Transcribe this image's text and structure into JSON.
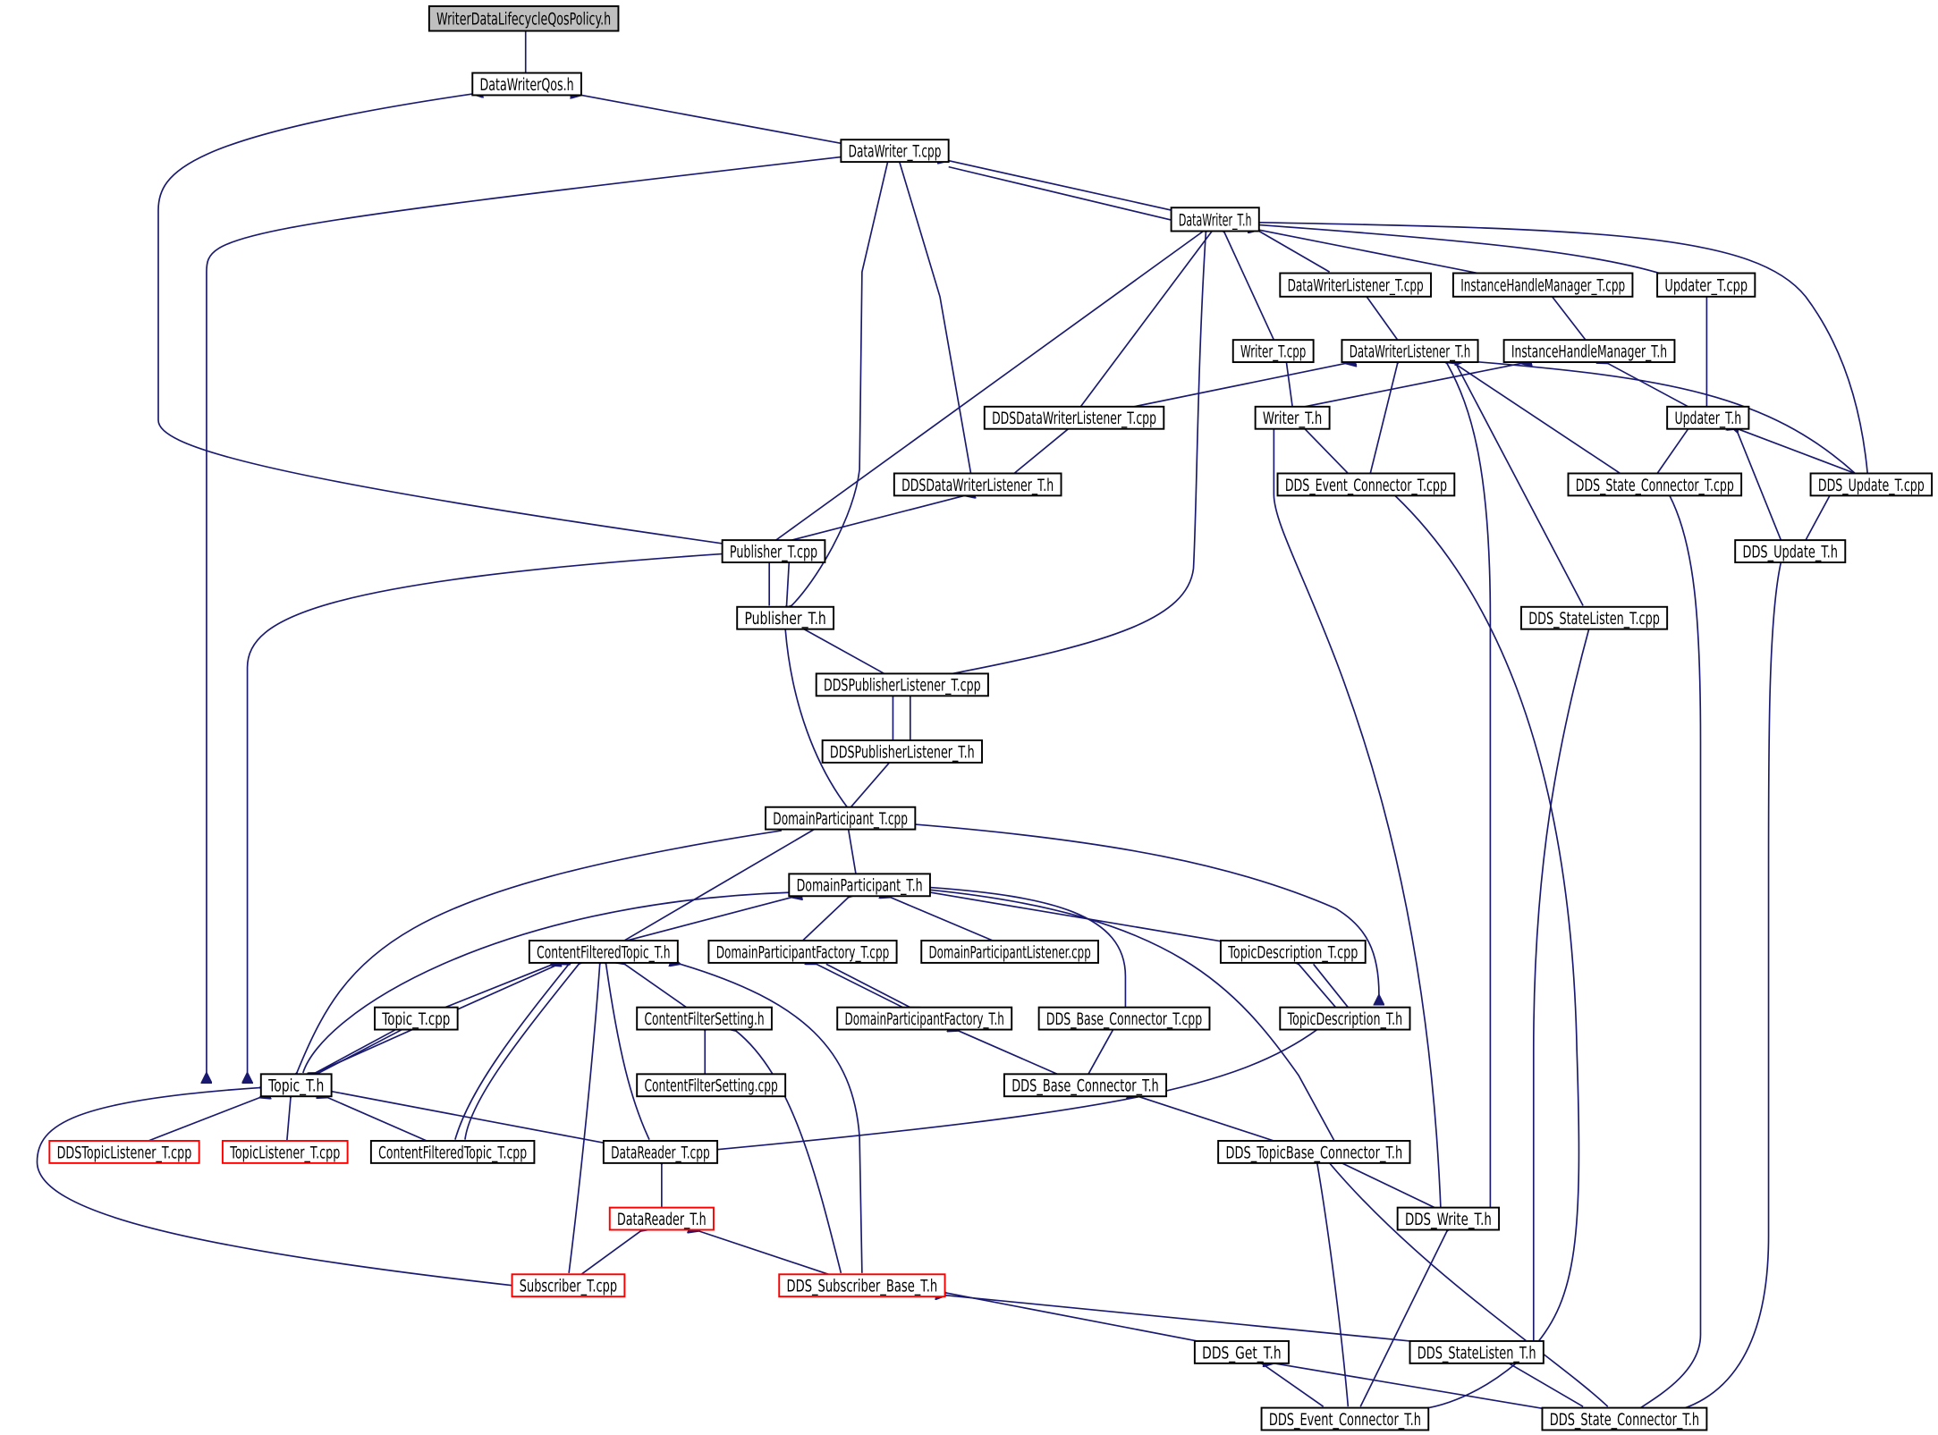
{
  "diagram": {
    "colors": {
      "edge": "#191970",
      "border_normal": "#000000",
      "border_truncated": "#ff0000",
      "root_fill": "#bfbfbf",
      "node_fill": "#ffffff"
    },
    "nodes": [
      {
        "id": "wdlqp",
        "label": "WriterDataLifecycleQosPolicy.h",
        "style": "root"
      },
      {
        "id": "dwqos",
        "label": "DataWriterQos.h",
        "style": "normal"
      },
      {
        "id": "dwtcpp",
        "label": "DataWriter_T.cpp",
        "style": "normal"
      },
      {
        "id": "dwth",
        "label": "DataWriter_T.h",
        "style": "normal"
      },
      {
        "id": "dwlcpp",
        "label": "DataWriterListener_T.cpp",
        "style": "normal"
      },
      {
        "id": "ihmcpp",
        "label": "InstanceHandleManager_T.cpp",
        "style": "normal"
      },
      {
        "id": "updcpp",
        "label": "Updater_T.cpp",
        "style": "normal"
      },
      {
        "id": "wtcpp",
        "label": "Writer_T.cpp",
        "style": "normal"
      },
      {
        "id": "dwlh",
        "label": "DataWriterListener_T.h",
        "style": "normal"
      },
      {
        "id": "ihmh",
        "label": "InstanceHandleManager_T.h",
        "style": "normal"
      },
      {
        "id": "ddsdwlcpp",
        "label": "DDSDataWriterListener_T.cpp",
        "style": "normal"
      },
      {
        "id": "wth",
        "label": "Writer_T.h",
        "style": "normal"
      },
      {
        "id": "updh",
        "label": "Updater_T.h",
        "style": "normal"
      },
      {
        "id": "ddsdwlh",
        "label": "DDSDataWriterListener_T.h",
        "style": "normal"
      },
      {
        "id": "evcpp",
        "label": "DDS_Event_Connector_T.cpp",
        "style": "normal"
      },
      {
        "id": "stcpp",
        "label": "DDS_State_Connector_T.cpp",
        "style": "normal"
      },
      {
        "id": "updcppdds",
        "label": "DDS_Update_T.cpp",
        "style": "normal"
      },
      {
        "id": "pubcpp",
        "label": "Publisher_T.cpp",
        "style": "normal"
      },
      {
        "id": "updhdds",
        "label": "DDS_Update_T.h",
        "style": "normal"
      },
      {
        "id": "pubh",
        "label": "Publisher_T.h",
        "style": "normal"
      },
      {
        "id": "slcpp",
        "label": "DDS_StateListen_T.cpp",
        "style": "normal"
      },
      {
        "id": "ddsplcpp",
        "label": "DDSPublisherListener_T.cpp",
        "style": "normal"
      },
      {
        "id": "ddsplh",
        "label": "DDSPublisherListener_T.h",
        "style": "normal"
      },
      {
        "id": "dpcpp",
        "label": "DomainParticipant_T.cpp",
        "style": "normal"
      },
      {
        "id": "dph",
        "label": "DomainParticipant_T.h",
        "style": "normal"
      },
      {
        "id": "cfth",
        "label": "ContentFilteredTopic_T.h",
        "style": "normal"
      },
      {
        "id": "dpfcpp",
        "label": "DomainParticipantFactory_T.cpp",
        "style": "normal"
      },
      {
        "id": "dplcpp",
        "label": "DomainParticipantListener.cpp",
        "style": "normal"
      },
      {
        "id": "tdcpp",
        "label": "TopicDescription_T.cpp",
        "style": "normal"
      },
      {
        "id": "topcpp",
        "label": "Topic_T.cpp",
        "style": "normal"
      },
      {
        "id": "cfsh",
        "label": "ContentFilterSetting.h",
        "style": "normal"
      },
      {
        "id": "dpfh",
        "label": "DomainParticipantFactory_T.h",
        "style": "normal"
      },
      {
        "id": "bccpp",
        "label": "DDS_Base_Connector_T.cpp",
        "style": "normal"
      },
      {
        "id": "tdh",
        "label": "TopicDescription_T.h",
        "style": "normal"
      },
      {
        "id": "toph",
        "label": "Topic_T.h",
        "style": "normal"
      },
      {
        "id": "cfscpp",
        "label": "ContentFilterSetting.cpp",
        "style": "normal"
      },
      {
        "id": "bch",
        "label": "DDS_Base_Connector_T.h",
        "style": "normal"
      },
      {
        "id": "ddstlcpp",
        "label": "DDSTopicListener_T.cpp",
        "style": "truncated"
      },
      {
        "id": "tlcpp",
        "label": "TopicListener_T.cpp",
        "style": "truncated"
      },
      {
        "id": "cftcpp",
        "label": "ContentFilteredTopic_T.cpp",
        "style": "normal"
      },
      {
        "id": "drcpp",
        "label": "DataReader_T.cpp",
        "style": "normal"
      },
      {
        "id": "tbch",
        "label": "DDS_TopicBase_Connector_T.h",
        "style": "normal"
      },
      {
        "id": "drh",
        "label": "DataReader_T.h",
        "style": "truncated"
      },
      {
        "id": "wrh",
        "label": "DDS_Write_T.h",
        "style": "normal"
      },
      {
        "id": "subcpp",
        "label": "Subscriber_T.cpp",
        "style": "truncated"
      },
      {
        "id": "sbh",
        "label": "DDS_Subscriber_Base_T.h",
        "style": "truncated"
      },
      {
        "id": "geth",
        "label": "DDS_Get_T.h",
        "style": "normal"
      },
      {
        "id": "slh",
        "label": "DDS_StateListen_T.h",
        "style": "normal"
      },
      {
        "id": "evh",
        "label": "DDS_Event_Connector_T.h",
        "style": "normal"
      },
      {
        "id": "sth",
        "label": "DDS_State_Connector_T.h",
        "style": "normal"
      }
    ]
  }
}
